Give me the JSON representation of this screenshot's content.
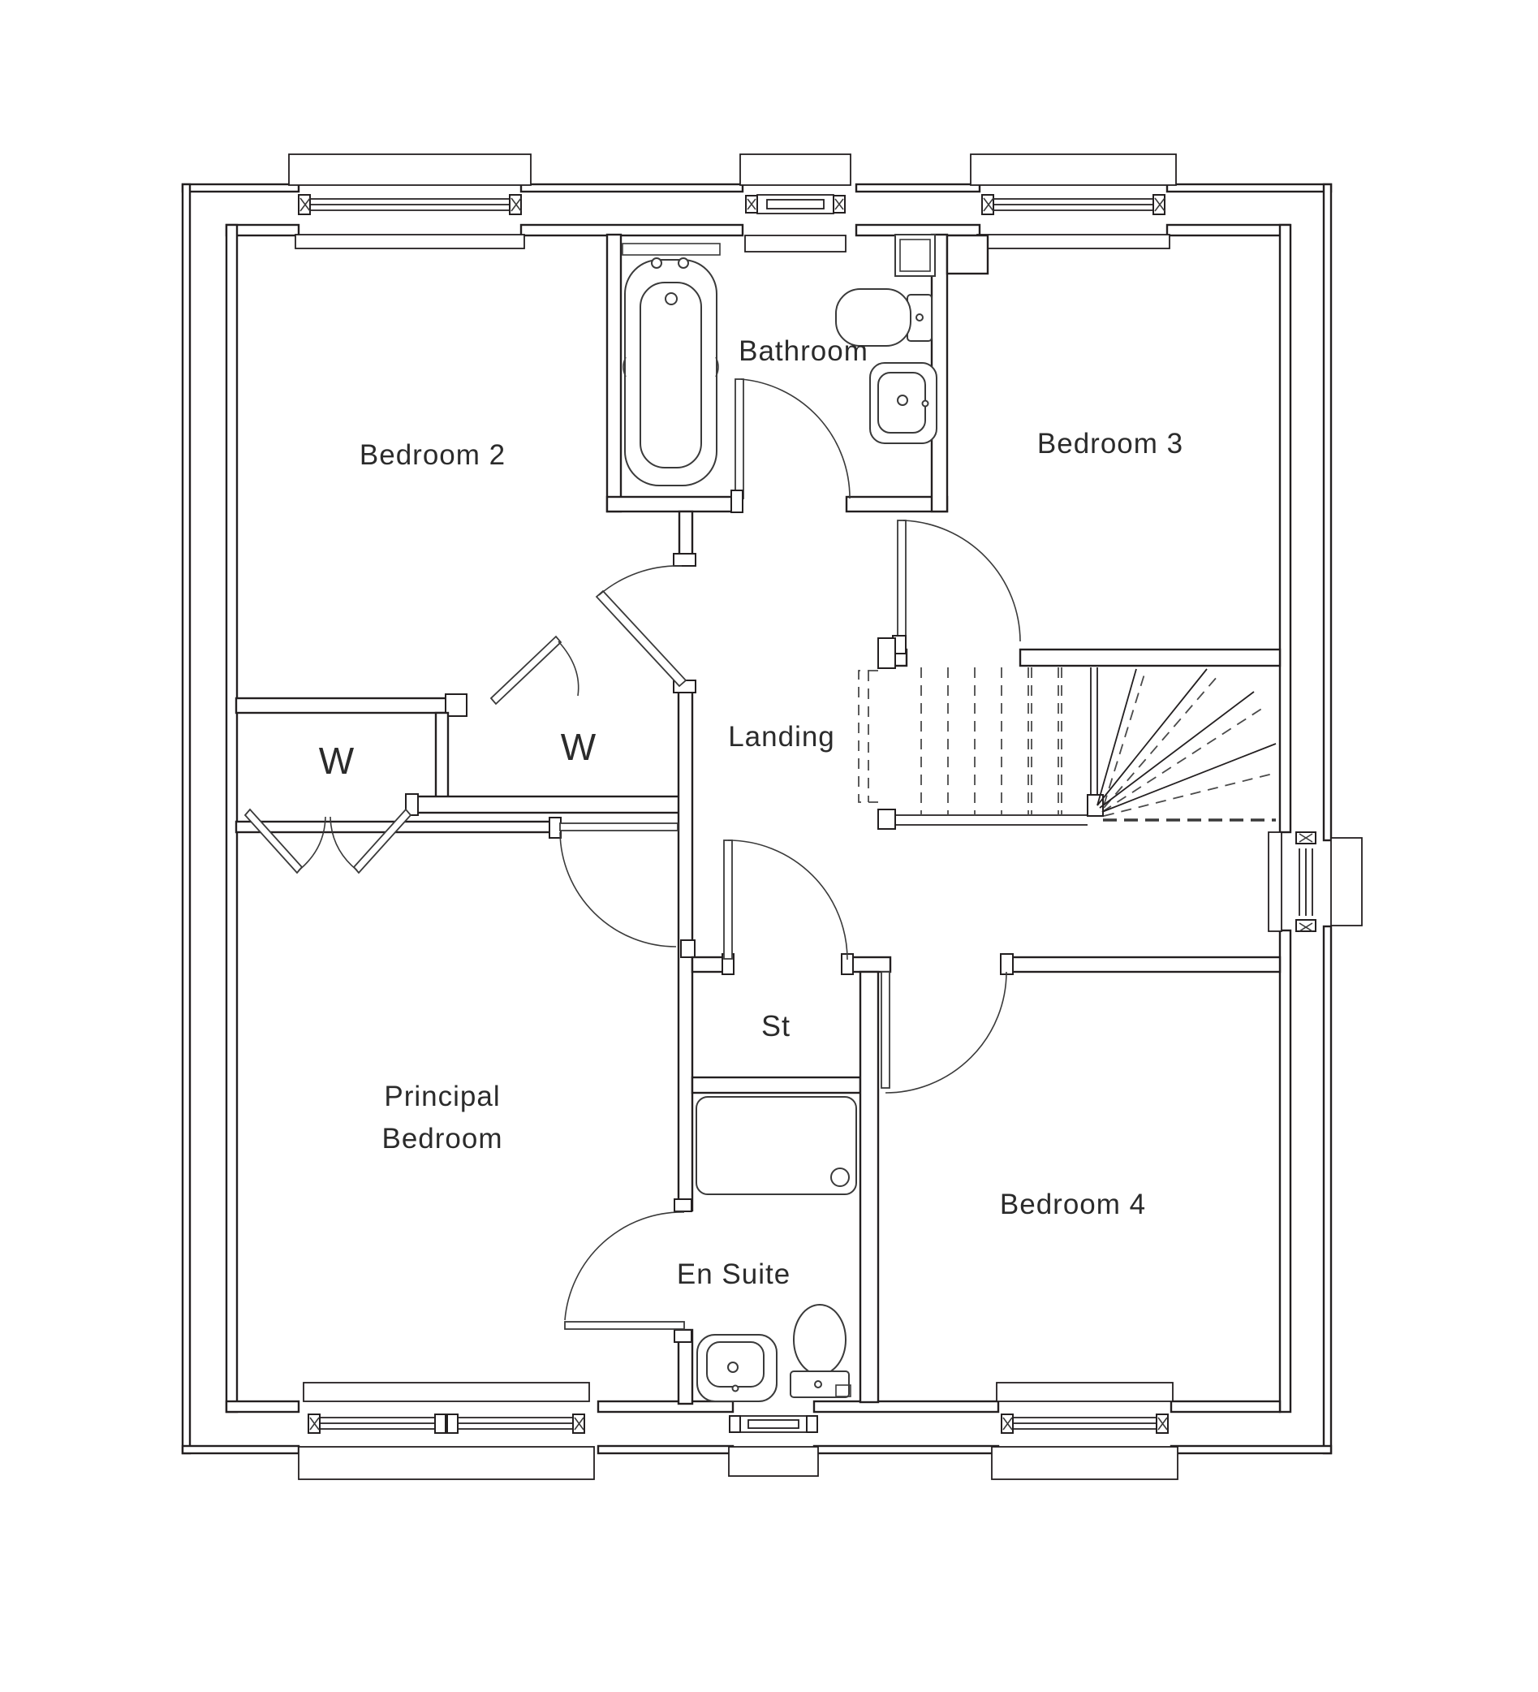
{
  "plan": {
    "type": "floor-plan",
    "colors": {
      "background": "#ffffff",
      "line": "#231f20",
      "text": "#2b2b2b"
    },
    "rooms": [
      {
        "label": "Bedroom 2"
      },
      {
        "label": "Bathroom"
      },
      {
        "label": "Bedroom 3"
      },
      {
        "label": "W"
      },
      {
        "label": "W"
      },
      {
        "label": "Landing"
      },
      {
        "label": "Principal Bedroom",
        "lines": [
          "Principal",
          "Bedroom"
        ]
      },
      {
        "label": "St"
      },
      {
        "label": "En Suite"
      },
      {
        "label": "Bedroom 4"
      }
    ],
    "fixtures": [
      "bath-icon",
      "toilet-icon",
      "basin-icon",
      "shower-tray-icon",
      "ensuite-basin-icon",
      "ensuite-toilet-icon",
      "staircase-icon",
      "window-icon",
      "door-swing-icon",
      "bifold-door-icon",
      "duct-boxing-icon"
    ],
    "window_count": 7,
    "door_count": 7
  }
}
